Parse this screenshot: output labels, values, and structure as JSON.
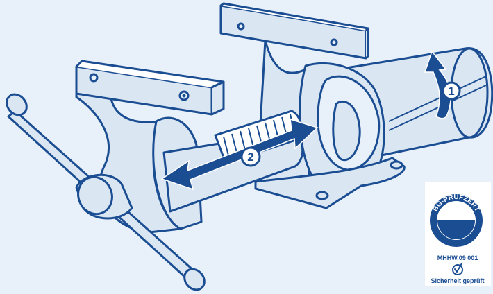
{
  "colors": {
    "background": "#e8f0f9",
    "outline": "#1a4d92",
    "fill": "#dbe6f3",
    "arrow": "#1a4d92",
    "badge_bg": "#ffffff"
  },
  "markers": [
    {
      "label": "1",
      "meaning": "rotate"
    },
    {
      "label": "2",
      "meaning": "slide"
    }
  ],
  "badge": {
    "arc_text": "BG-PRÜFZERT",
    "code": "MHHW.09 001",
    "footer": "Sicherheit geprüft",
    "icon": "checkmark-circle-icon"
  }
}
